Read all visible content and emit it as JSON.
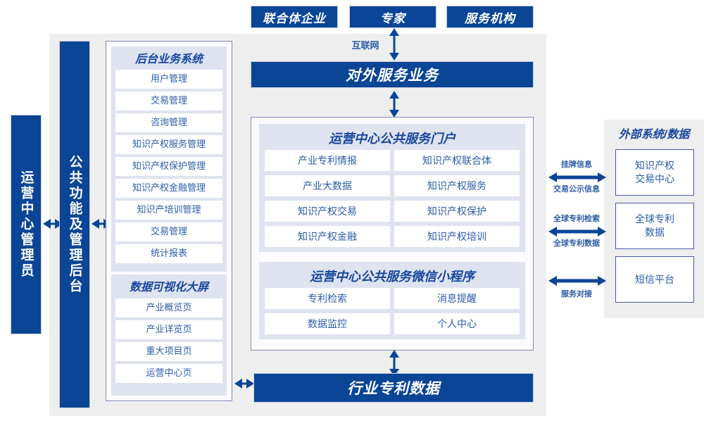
{
  "top_actors": [
    {
      "label": "联合体企业"
    },
    {
      "label": "专家"
    },
    {
      "label": "服务机构"
    }
  ],
  "internet_label": "互联网",
  "external_service_bar": "对外服务业务",
  "left_columns": {
    "admin": "运营中心管理员",
    "common_backend": "公共功能及管理后台"
  },
  "backend_system": {
    "title": "后台业务系统",
    "items": [
      {
        "label": "用户管理"
      },
      {
        "label": "交易管理"
      },
      {
        "label": "咨询管理"
      },
      {
        "label": "知识产权服务管理"
      },
      {
        "label": "知识产权保护管理"
      },
      {
        "label": "知识产权金融管理"
      },
      {
        "label": "知识产培训管理"
      },
      {
        "label": "交易管理"
      },
      {
        "label": "统计报表"
      }
    ]
  },
  "data_visual": {
    "title": "数据可视化大屏",
    "items": [
      {
        "label": "产业概览页"
      },
      {
        "label": "产业详览页"
      },
      {
        "label": "重大项目页"
      },
      {
        "label": "运营中心页"
      }
    ]
  },
  "portal": {
    "title": "运营中心公共服务门户",
    "items": [
      {
        "label": "产业专利情报"
      },
      {
        "label": "知识产权联合体"
      },
      {
        "label": "产业大数据"
      },
      {
        "label": "知识产权服务"
      },
      {
        "label": "知识产权交易"
      },
      {
        "label": "知识产权保护"
      },
      {
        "label": "知识产权金融"
      },
      {
        "label": "知识产权培训"
      }
    ]
  },
  "miniprogram": {
    "title": "运营中心公共服务微信小程序",
    "items": [
      {
        "label": "专利检索"
      },
      {
        "label": "消息提醒"
      },
      {
        "label": "数据监控"
      },
      {
        "label": "个人中心"
      }
    ]
  },
  "bottom_bar": "行业专利数据",
  "external": {
    "title": "外部系统/数据",
    "boxes": [
      {
        "label": "知识产权\n交易中心"
      },
      {
        "label": "全球专利\n数据"
      },
      {
        "label": "短信平台"
      }
    ],
    "connections": [
      {
        "above": "挂牌信息",
        "below": "交易公示信息"
      },
      {
        "above": "全球专利检索",
        "below": "全球专利数据"
      },
      {
        "above": "",
        "below": "服务对接"
      }
    ]
  },
  "colors": {
    "brand_blue": "#0a4596",
    "header_blue": "#17479e",
    "card_text": "#2b5ca8",
    "panel_gray": "#eeeeee",
    "lavender": "#dfe3f0",
    "box_border": "#8189b8"
  }
}
